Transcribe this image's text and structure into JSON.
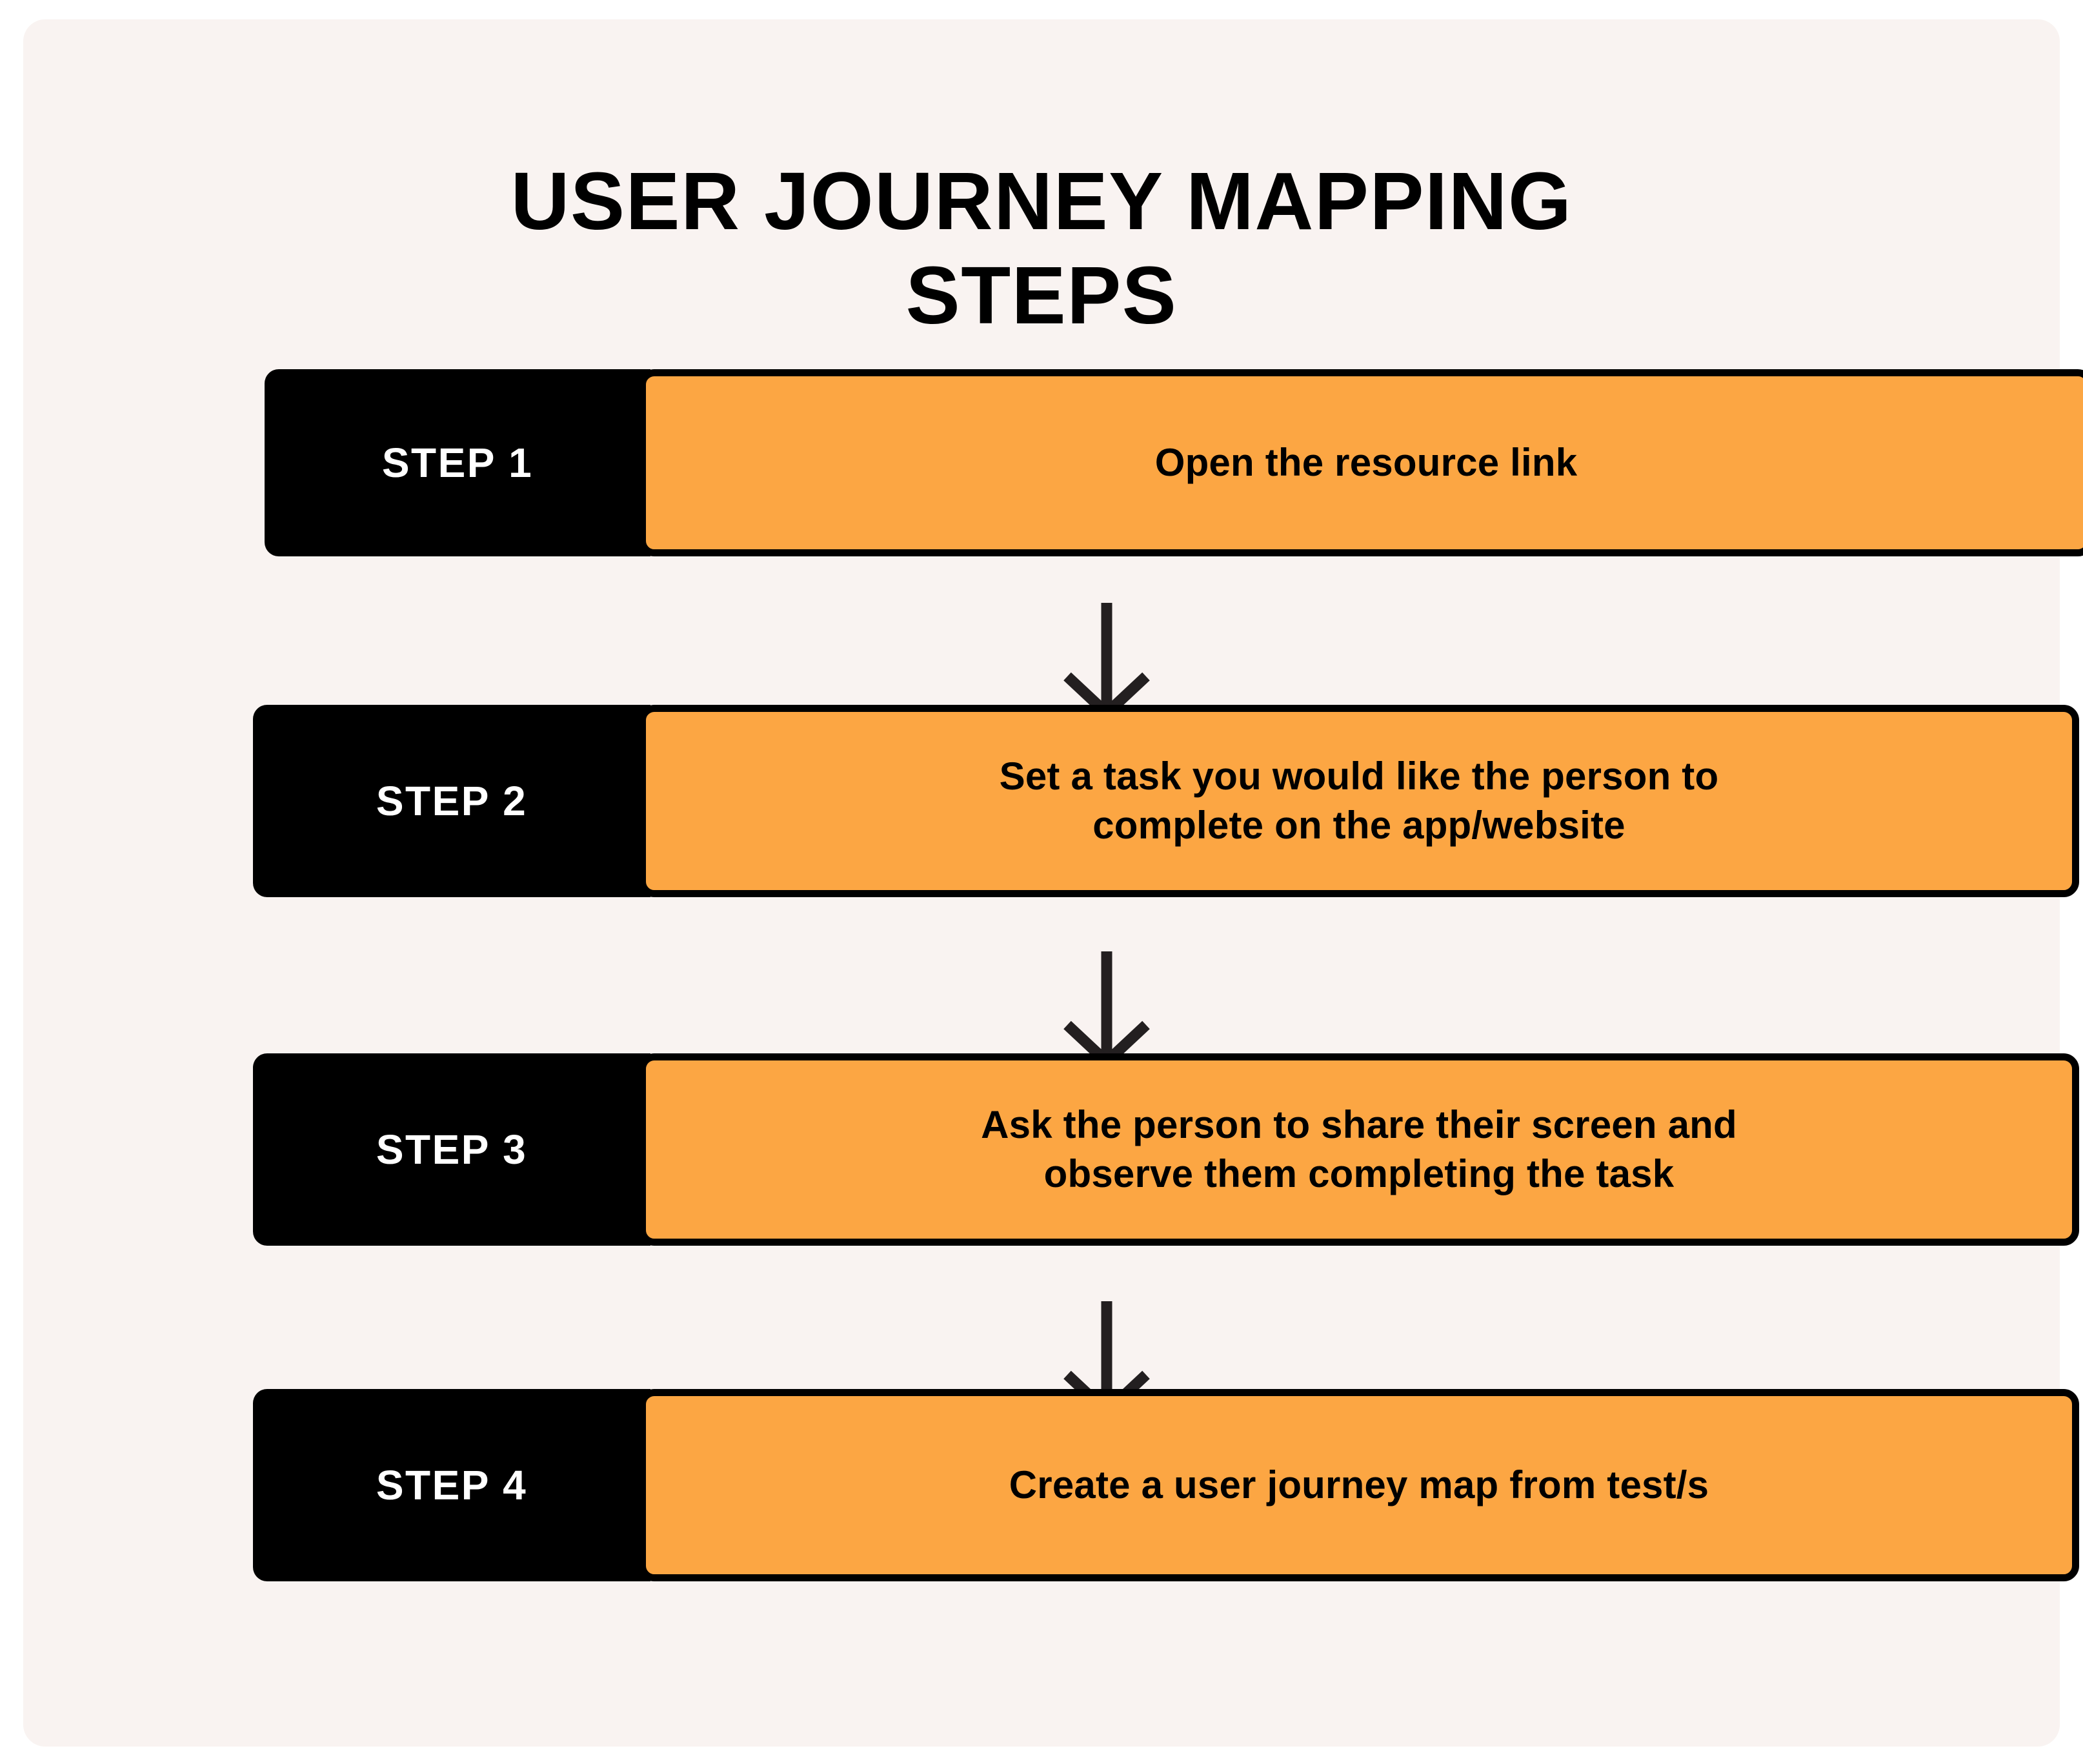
{
  "page": {
    "title_line1": "USER JOURNEY MAPPING",
    "title_line2": "STEPS",
    "title_full": "USER JOURNEY MAPPING\nSTEPS"
  },
  "colors": {
    "page_background": "#FFFFFF",
    "card_background": "#F9F3F1",
    "badge_background": "#000000",
    "badge_text": "#FFFFFF",
    "body_background": "#FCA643",
    "body_border": "#000000",
    "body_text": "#000000",
    "arrow": "#231F20",
    "title_text": "#000000"
  },
  "steps": [
    {
      "badge": "STEP 1",
      "text": "Open the resource link"
    },
    {
      "badge": "STEP 2",
      "text": "Set a task you would like the person to\ncomplete on the app/website"
    },
    {
      "badge": "STEP 3",
      "text": "Ask the person to share their screen and\nobserve them completing the task"
    },
    {
      "badge": "STEP 4",
      "text": "Create a user journey map from test/s"
    }
  ],
  "connectors": [
    {
      "name": "arrow-step1-to-step2",
      "direction": "down"
    },
    {
      "name": "arrow-step2-to-step3",
      "direction": "down"
    },
    {
      "name": "arrow-step3-to-step4",
      "direction": "down"
    }
  ]
}
